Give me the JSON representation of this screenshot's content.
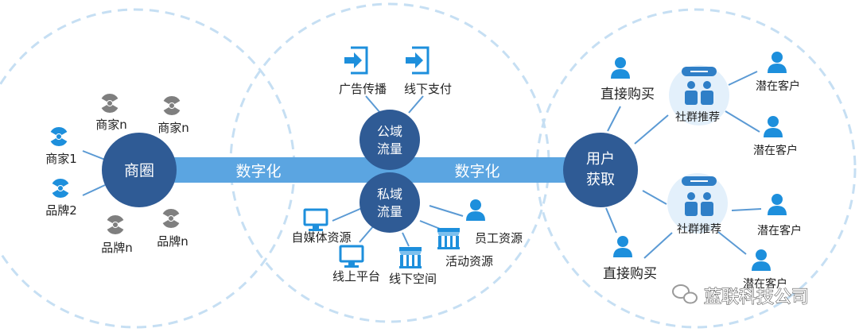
{
  "colors": {
    "hub": "#2f5b95",
    "band": "#5ba5e1",
    "dashed_circle": "#c6dff3",
    "icon_blue": "#1d8fdc",
    "icon_gray": "#7f7f7f",
    "edge": "#5b9ad4",
    "text": "#222222",
    "bubble": "#2f7fc7"
  },
  "band_labels": {
    "left": "数字化",
    "right": "数字化"
  },
  "left_zone": {
    "hub_label": "商圈",
    "merchants": [
      {
        "label": "商家n",
        "icon": "person-gray-icon"
      },
      {
        "label": "商家n",
        "icon": "person-gray-icon"
      },
      {
        "label": "商家1",
        "icon": "person-blue-icon"
      },
      {
        "label": "品牌2",
        "icon": "person-blue-icon"
      },
      {
        "label": "品牌n",
        "icon": "person-gray-icon"
      },
      {
        "label": "品牌n",
        "icon": "person-gray-icon"
      }
    ]
  },
  "middle_zone": {
    "public_hub": {
      "line1": "公域",
      "line2": "流量"
    },
    "private_hub": {
      "line1": "私域",
      "line2": "流量"
    },
    "public_channels": [
      {
        "label": "广告传播",
        "icon": "enter-arrow-icon"
      },
      {
        "label": "线下支付",
        "icon": "enter-arrow-icon"
      }
    ],
    "private_channels": [
      {
        "label": "自媒体资源",
        "icon": "monitor-icon"
      },
      {
        "label": "线上平台",
        "icon": "monitor-icon"
      },
      {
        "label": "线下空间",
        "icon": "storefront-icon"
      },
      {
        "label": "活动资源",
        "icon": "storefront-icon"
      },
      {
        "label": "员工资源",
        "icon": "person-icon"
      }
    ]
  },
  "right_zone": {
    "hub": {
      "line1": "用户",
      "line2": "获取"
    },
    "direct_top": "直接购买",
    "direct_bottom": "直接购买",
    "group_top": "社群推荐",
    "group_bottom": "社群推荐",
    "prospects": [
      "潜在客户",
      "潜在客户",
      "潜在客户",
      "潜在客户"
    ]
  },
  "watermark": "蓝联科技公司"
}
